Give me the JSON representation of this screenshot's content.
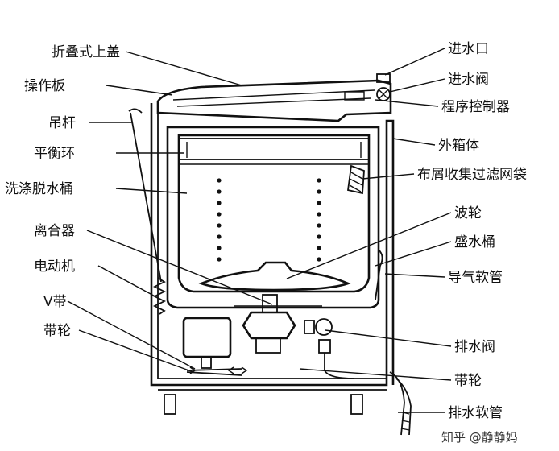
{
  "diagram": {
    "labels_left": [
      {
        "id": "lid",
        "text": "折叠式上盖"
      },
      {
        "id": "panel",
        "text": "操作板"
      },
      {
        "id": "rod",
        "text": "吊杆"
      },
      {
        "id": "balance",
        "text": "平衡环"
      },
      {
        "id": "drum",
        "text": "洗涤脱水桶"
      },
      {
        "id": "clutch",
        "text": "离合器"
      },
      {
        "id": "motor",
        "text": "电动机"
      },
      {
        "id": "vbelt",
        "text": "V带"
      },
      {
        "id": "pulley_l",
        "text": "带轮"
      }
    ],
    "labels_right": [
      {
        "id": "inlet",
        "text": "进水口"
      },
      {
        "id": "valve_in",
        "text": "进水阀"
      },
      {
        "id": "controller",
        "text": "程序控制器"
      },
      {
        "id": "cabinet",
        "text": "外箱体"
      },
      {
        "id": "filter",
        "text": "布屑收集过滤网袋"
      },
      {
        "id": "pulsator",
        "text": "波轮"
      },
      {
        "id": "tub",
        "text": "盛水桶"
      },
      {
        "id": "airhose",
        "text": "导气软管"
      },
      {
        "id": "valve_out",
        "text": "排水阀"
      },
      {
        "id": "pulley_r",
        "text": "带轮"
      },
      {
        "id": "drainhose",
        "text": "排水软管"
      }
    ],
    "watermark": "知乎 @静静妈"
  }
}
